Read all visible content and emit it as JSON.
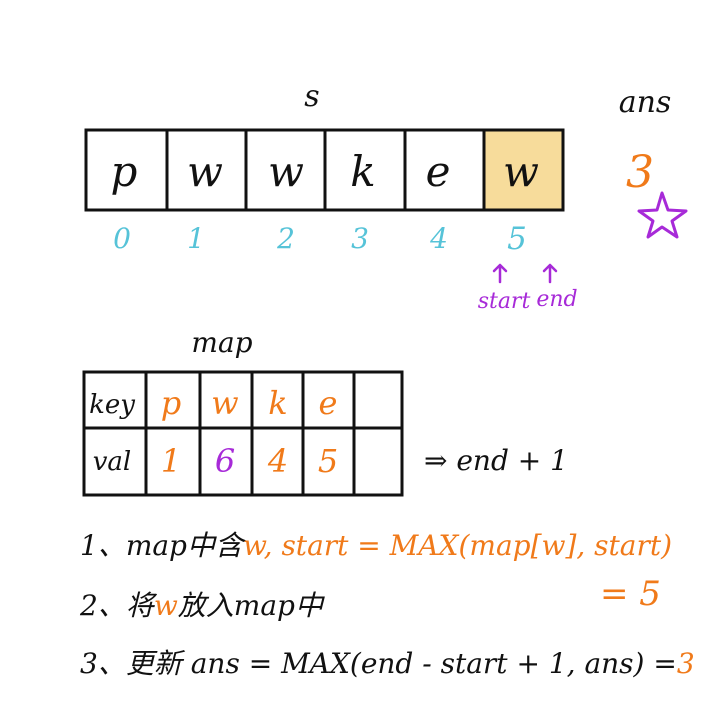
{
  "string_label": "s",
  "ans": {
    "label": "ans",
    "value": "3"
  },
  "string_cells": [
    "p",
    "w",
    "w",
    "k",
    "e",
    "w"
  ],
  "indices": [
    "0",
    "1",
    "2",
    "3",
    "4",
    "5"
  ],
  "pointers": {
    "start": "start",
    "end": "end"
  },
  "map": {
    "title": "map",
    "key_label": "key",
    "val_label": "val",
    "keys": [
      "p",
      "w",
      "k",
      "e",
      ""
    ],
    "vals": [
      "1",
      "6",
      "4",
      "5",
      ""
    ]
  },
  "end_note": "⇒ end + 1",
  "steps": [
    {
      "prefix": "1、map中含",
      "mid": "w",
      "suffix": ", start = MAX(map[w], start)"
    },
    {
      "result": "= 5"
    },
    {
      "prefix": "2、将",
      "mid": "w",
      "suffix": "放入map中"
    },
    {
      "prefix": "3、更新 ans = MAX(end - start + 1, ans) =",
      "result": "3"
    }
  ],
  "colors": {
    "highlight_cell": "#f7dc9b",
    "index_color": "#56c3d8",
    "pointer_color": "#a72ad8",
    "value_color": "#f07a1a",
    "star_color": "#a72ad8"
  }
}
